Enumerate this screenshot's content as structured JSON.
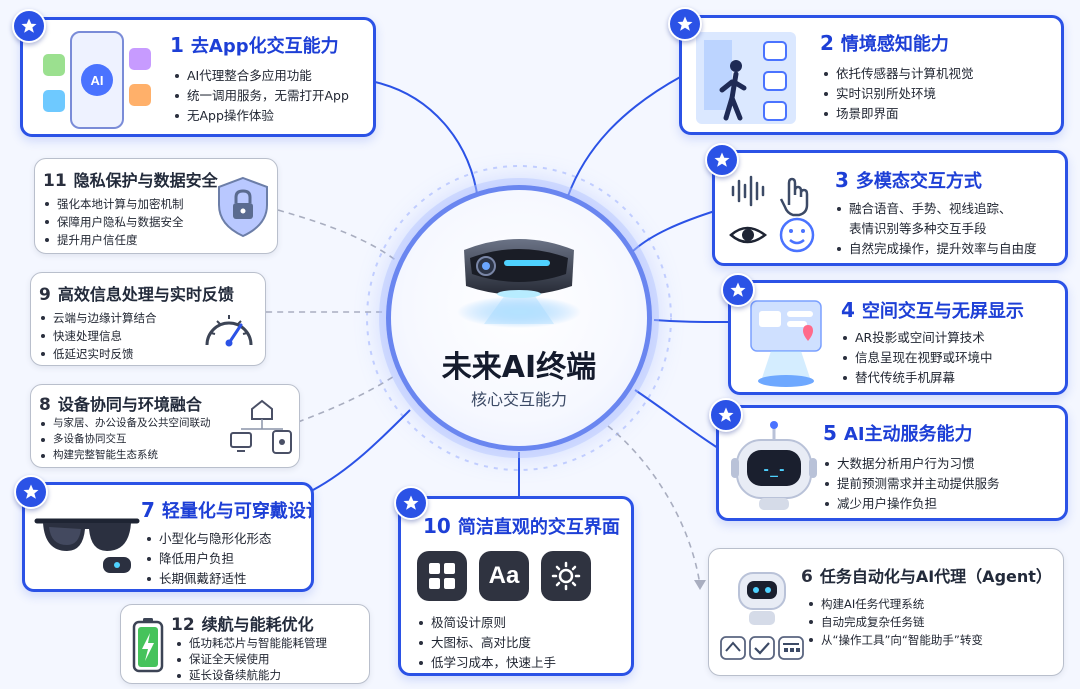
{
  "center": {
    "title": "未来AI终端",
    "subtitle": "核心交互能力"
  },
  "cards": {
    "c1": {
      "num": "1",
      "title": "去App化交互能力",
      "bullets": [
        "AI代理整合多应用功能",
        "统一调用服务，无需打开App",
        "无App操作体验"
      ],
      "icon_label": "AI"
    },
    "c2": {
      "num": "2",
      "title": "情境感知能力",
      "bullets": [
        "依托传感器与计算机视觉",
        "实时识别所处环境",
        "场景即界面"
      ]
    },
    "c3": {
      "num": "3",
      "title": "多模态交互方式",
      "bullets": [
        "融合语音、手势、视线追踪、",
        "表情识别等多种交互手段",
        "自然完成操作，提升效率与自由度"
      ]
    },
    "c4": {
      "num": "4",
      "title": "空间交互与无屏显示",
      "bullets": [
        "AR投影或空间计算技术",
        "信息呈现在视野或环境中",
        "替代传统手机屏幕"
      ]
    },
    "c5": {
      "num": "5",
      "title": "AI主动服务能力",
      "bullets": [
        "大数据分析用户行为习惯",
        "提前预测需求并主动提供服务",
        "减少用户操作负担"
      ],
      "screen_text": "-_-"
    },
    "c6": {
      "num": "6",
      "title": "任务自动化与AI代理（Agent）",
      "bullets": [
        "构建AI任务代理系统",
        "自动完成复杂任务链",
        "从“操作工具”向“智能助手”转变"
      ]
    },
    "c7": {
      "num": "7",
      "title": "轻量化与可穿戴设计",
      "bullets": [
        "小型化与隐形化形态",
        "降低用户负担",
        "长期佩戴舒适性"
      ]
    },
    "c8": {
      "num": "8",
      "title": "设备协同与环境融合",
      "bullets": [
        "与家居、办公设备及公共空间联动",
        "多设备协同交互",
        "构建完整智能生态系统"
      ]
    },
    "c9": {
      "num": "9",
      "title": "高效信息处理与实时反馈",
      "bullets": [
        "云端与边缘计算结合",
        "快速处理信息",
        "低延迟实时反馈"
      ]
    },
    "c10": {
      "num": "10",
      "title": "简洁直观的交互界面",
      "bullets": [
        "极简设计原则",
        "大图标、高对比度",
        "低学习成本，快速上手"
      ],
      "tile_text": "Aa"
    },
    "c11": {
      "num": "11",
      "title": "隐私保护与数据安全",
      "bullets": [
        "强化本地计算与加密机制",
        "保障用户隐私与数据安全",
        "提升用户信任度"
      ]
    },
    "c12": {
      "num": "12",
      "title": "续航与能耗优化",
      "bullets": [
        "低功耗芯片与智能能耗管理",
        "保证全天候使用",
        "延长设备续航能力"
      ]
    }
  },
  "colors": {
    "accent": "#2b52e6",
    "title_blue": "#1d3fd6",
    "gray_border": "#b9bfcc",
    "connector_blue": "#2b52e6",
    "connector_gray": "#a9aec0"
  }
}
